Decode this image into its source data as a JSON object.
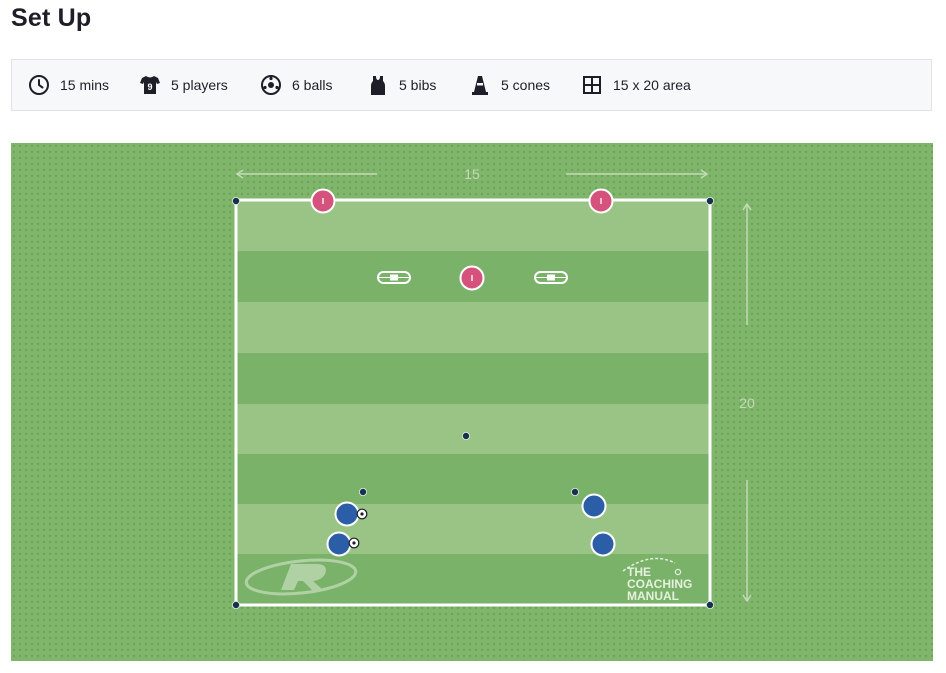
{
  "page": {
    "title": "Set Up"
  },
  "info": [
    {
      "icon": "clock-icon",
      "label": "15 mins"
    },
    {
      "icon": "shirt-icon",
      "shirt_number": "9",
      "label": "5 players"
    },
    {
      "icon": "ball-icon",
      "label": "6 balls"
    },
    {
      "icon": "bib-icon",
      "label": "5 bibs"
    },
    {
      "icon": "cone-icon",
      "label": "5 cones"
    },
    {
      "icon": "area-icon",
      "label": "15 x 20 area"
    }
  ],
  "pitch": {
    "width_label": "15",
    "height_label": "20",
    "watermark_lines": [
      "THE",
      "COACHING",
      "MANUAL"
    ],
    "colors": {
      "outer_grass": "#7fb56a",
      "stripe_light": "#9ac485",
      "stripe_dark": "#7ab26a",
      "defender": "#d4527c",
      "attacker": "#2c5ea8",
      "cone": "#16304f",
      "line": "#ffffff"
    }
  }
}
